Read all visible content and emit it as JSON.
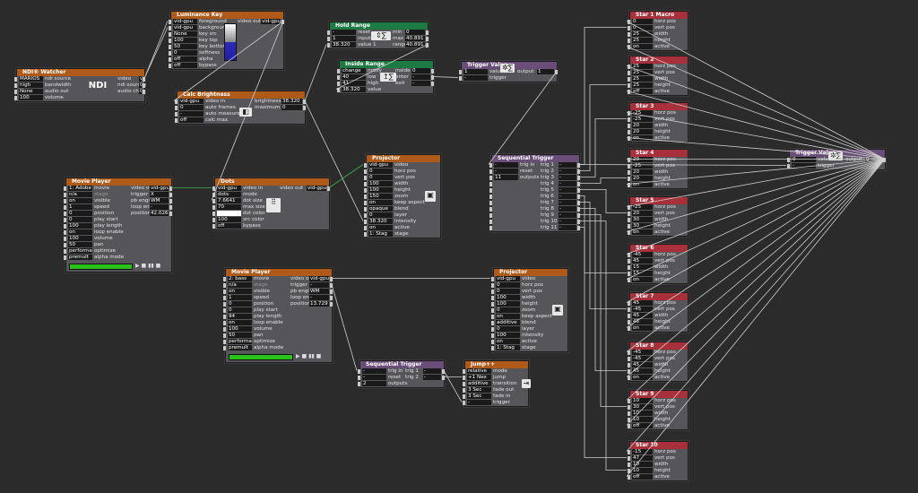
{
  "colors": {
    "bg": "#2b2b2b",
    "wire": "#d0d0d0",
    "wire_green": "#3db34a",
    "header_orange": "#b05a1a",
    "header_green": "#1d7a43",
    "header_red": "#a8303a",
    "header_purple": "#6a4d78"
  },
  "actors": {
    "ndi": {
      "title": "NDI® Watcher",
      "rows": [
        [
          "MARIOS",
          "ndi source",
          "video",
          "vid-gpu"
        ],
        [
          "high",
          "bandwidth",
          "ndi sources",
          "0"
        ],
        [
          "None",
          "audio out",
          "audio chan",
          "0"
        ],
        [
          "100",
          "volume",
          "",
          ""
        ]
      ],
      "logo": "NDI"
    },
    "lum": {
      "title": "Luminance Key",
      "rows": [
        [
          "vid-gpu",
          "foreground",
          "video out",
          "vid-gpu"
        ],
        [
          "vid-gpu",
          "background",
          "",
          ""
        ],
        [
          "None",
          "key src",
          "",
          ""
        ],
        [
          "100",
          "key top",
          "",
          ""
        ],
        [
          "50",
          "key bottom",
          "",
          ""
        ],
        [
          "0",
          "softness",
          "",
          ""
        ],
        [
          "off",
          "alpha",
          "",
          ""
        ],
        [
          "off",
          "bypass",
          "",
          ""
        ]
      ]
    },
    "hold": {
      "title": "Hold Range",
      "rows": [
        [
          "-",
          "reset",
          "min",
          "0"
        ],
        [
          "1",
          "inputs",
          "max",
          "40.891"
        ],
        [
          "38.320",
          "value 1",
          "range",
          "40.891"
        ]
      ]
    },
    "inside": {
      "title": "Inside Range",
      "rows": [
        [
          "change",
          "notify",
          "inside",
          "0"
        ],
        [
          "40",
          "low",
          "enter",
          "-"
        ],
        [
          "41",
          "high",
          "exit",
          "-"
        ],
        [
          "38.320",
          "value",
          "",
          ""
        ]
      ]
    },
    "trigval1": {
      "title": "Trigger Value",
      "rows": [
        [
          "1",
          "value",
          "output",
          "1"
        ],
        [
          "-",
          "trigger",
          "",
          ""
        ]
      ]
    },
    "calc": {
      "title": "Calc Brightness",
      "rows": [
        [
          "vid-gpu",
          "video in",
          "brightness",
          "38.320"
        ],
        [
          "0",
          "auto frames",
          "maximum",
          "0"
        ],
        [
          "-",
          "auto measure",
          "",
          ""
        ],
        [
          "off",
          "calc max",
          "",
          ""
        ]
      ]
    },
    "movie1": {
      "title": "Movie Player",
      "rows": [
        [
          "1: Adobe",
          "movie",
          "video out",
          "vid-gpu"
        ],
        [
          "n/a",
          "stage",
          "trigger",
          "X"
        ],
        [
          "on",
          "visible",
          "pb engine",
          "WM"
        ],
        [
          "1",
          "speed",
          "loop end",
          "-"
        ],
        [
          "0",
          "position",
          "position",
          "42.026"
        ],
        [
          "0",
          "play start",
          "",
          ""
        ],
        [
          "100",
          "play length",
          "",
          ""
        ],
        [
          "on",
          "loop enable",
          "",
          ""
        ],
        [
          "100",
          "volume",
          "",
          ""
        ],
        [
          "50",
          "pan",
          "",
          ""
        ],
        [
          "performa",
          "optimize",
          "",
          ""
        ],
        [
          "premult",
          "alpha mode",
          "",
          ""
        ]
      ]
    },
    "dots": {
      "title": "Dots",
      "rows": [
        [
          "vid-gpu",
          "video in",
          "video out",
          "vid-gpu"
        ],
        [
          "dots",
          "mode",
          "",
          ""
        ],
        [
          "7.6641",
          "dot size",
          "",
          ""
        ],
        [
          "70",
          "max size",
          "",
          ""
        ],
        [
          "",
          "dot color",
          "",
          ""
        ],
        [
          "100",
          "src color",
          "",
          ""
        ],
        [
          "off",
          "bypass",
          "",
          ""
        ]
      ]
    },
    "proj1": {
      "title": "Projector",
      "rows": [
        [
          "vid-gpu",
          "video"
        ],
        [
          "0",
          "horz pos"
        ],
        [
          "0",
          "vert pos"
        ],
        [
          "100",
          "width"
        ],
        [
          "100",
          "height"
        ],
        [
          "150",
          "zoom"
        ],
        [
          "on",
          "keep aspect"
        ],
        [
          "opaque",
          "blend"
        ],
        [
          "0",
          "layer"
        ],
        [
          "38.320",
          "intensity"
        ],
        [
          "on",
          "active"
        ],
        [
          "1: Stag",
          "stage"
        ]
      ]
    },
    "seq1": {
      "title": "Sequential Trigger",
      "rows": [
        [
          "-",
          "trig in",
          "trig 1",
          "-"
        ],
        [
          "-",
          "reset",
          "trig 2",
          "-"
        ],
        [
          "11",
          "outputs",
          "trig 3",
          "-"
        ],
        [
          "",
          "",
          "trig 4",
          "-"
        ],
        [
          "",
          "",
          "trig 5",
          "-"
        ],
        [
          "",
          "",
          "trig 6",
          "-"
        ],
        [
          "",
          "",
          "trig 7",
          "-"
        ],
        [
          "",
          "",
          "trig 8",
          "-"
        ],
        [
          "",
          "",
          "trig 9",
          "-"
        ],
        [
          "",
          "",
          "trig 10",
          "-"
        ],
        [
          "",
          "",
          "trig 11",
          "-"
        ]
      ]
    },
    "movie2": {
      "title": "Movie Player",
      "rows": [
        [
          "2: bass",
          "movie",
          "video out",
          "vid-gpu"
        ],
        [
          "n/a",
          "stage",
          "trigger",
          "-"
        ],
        [
          "on",
          "visible",
          "pb engine",
          "WM"
        ],
        [
          "1",
          "speed",
          "loop end",
          "-"
        ],
        [
          "0",
          "position",
          "position",
          "13.729"
        ],
        [
          "0",
          "play start",
          "",
          ""
        ],
        [
          "94",
          "play length",
          "",
          ""
        ],
        [
          "on",
          "loop enable",
          "",
          ""
        ],
        [
          "100",
          "volume",
          "",
          ""
        ],
        [
          "50",
          "pan",
          "",
          ""
        ],
        [
          "performa",
          "optimize",
          "",
          ""
        ],
        [
          "premult",
          "alpha mode",
          "",
          ""
        ]
      ]
    },
    "proj2": {
      "title": "Projector",
      "rows": [
        [
          "vid-gpu",
          "video"
        ],
        [
          "0",
          "horz pos"
        ],
        [
          "0",
          "vert pos"
        ],
        [
          "100",
          "width"
        ],
        [
          "100",
          "height"
        ],
        [
          "0",
          "zoom"
        ],
        [
          "on",
          "keep aspect"
        ],
        [
          "additive",
          "blend"
        ],
        [
          "0",
          "layer"
        ],
        [
          "100",
          "intensity"
        ],
        [
          "on",
          "active"
        ],
        [
          "1: Stag",
          "stage"
        ]
      ]
    },
    "seq2": {
      "title": "Sequential Trigger",
      "rows": [
        [
          "-",
          "trig in",
          "trig 1",
          "-"
        ],
        [
          "-",
          "reset",
          "trig 2",
          "-"
        ],
        [
          "2",
          "outputs",
          "",
          ""
        ]
      ]
    },
    "jump": {
      "title": "Jump++",
      "rows": [
        [
          "relative",
          "mode"
        ],
        [
          "+1 Nex",
          "jump"
        ],
        [
          "additive",
          "transition"
        ],
        [
          "3 Sec",
          "fade out"
        ],
        [
          "3 Sec",
          "fade in"
        ],
        [
          "-",
          "trigger"
        ]
      ]
    },
    "trigval2": {
      "title": "Trigger Value",
      "rows": [
        [
          "0",
          "value",
          "output",
          "0"
        ],
        [
          "-",
          "trigger",
          "",
          ""
        ]
      ]
    },
    "stars": [
      {
        "title": "Star 1 Macro",
        "v": [
          "0",
          "0",
          "25",
          "25",
          "on"
        ]
      },
      {
        "title": "Star 2",
        "v": [
          "25",
          "25",
          "25",
          "25",
          "off"
        ]
      },
      {
        "title": "Star 3",
        "v": [
          "-25",
          "-25",
          "20",
          "20",
          "on"
        ]
      },
      {
        "title": "Star 4",
        "v": [
          "20",
          "-25",
          "20",
          "20",
          "on"
        ]
      },
      {
        "title": "Star 5",
        "v": [
          "-25",
          "20",
          "30",
          "30",
          "on"
        ]
      },
      {
        "title": "Star 6",
        "v": [
          "-45",
          "45",
          "15",
          "15",
          "on"
        ]
      },
      {
        "title": "Star 7",
        "v": [
          "45",
          "-45",
          "45",
          "45",
          "on"
        ]
      },
      {
        "title": "Star 8",
        "v": [
          "-45",
          "-45",
          "45",
          "45",
          "on"
        ]
      },
      {
        "title": "Star 9",
        "v": [
          "10",
          "30",
          "10",
          "10",
          "off"
        ]
      },
      {
        "title": "Star 10",
        "v": [
          "-15",
          "47",
          "10",
          "10",
          "off"
        ]
      }
    ],
    "star_labels": [
      "horz pos",
      "vert pos",
      "width",
      "height",
      "active"
    ]
  }
}
